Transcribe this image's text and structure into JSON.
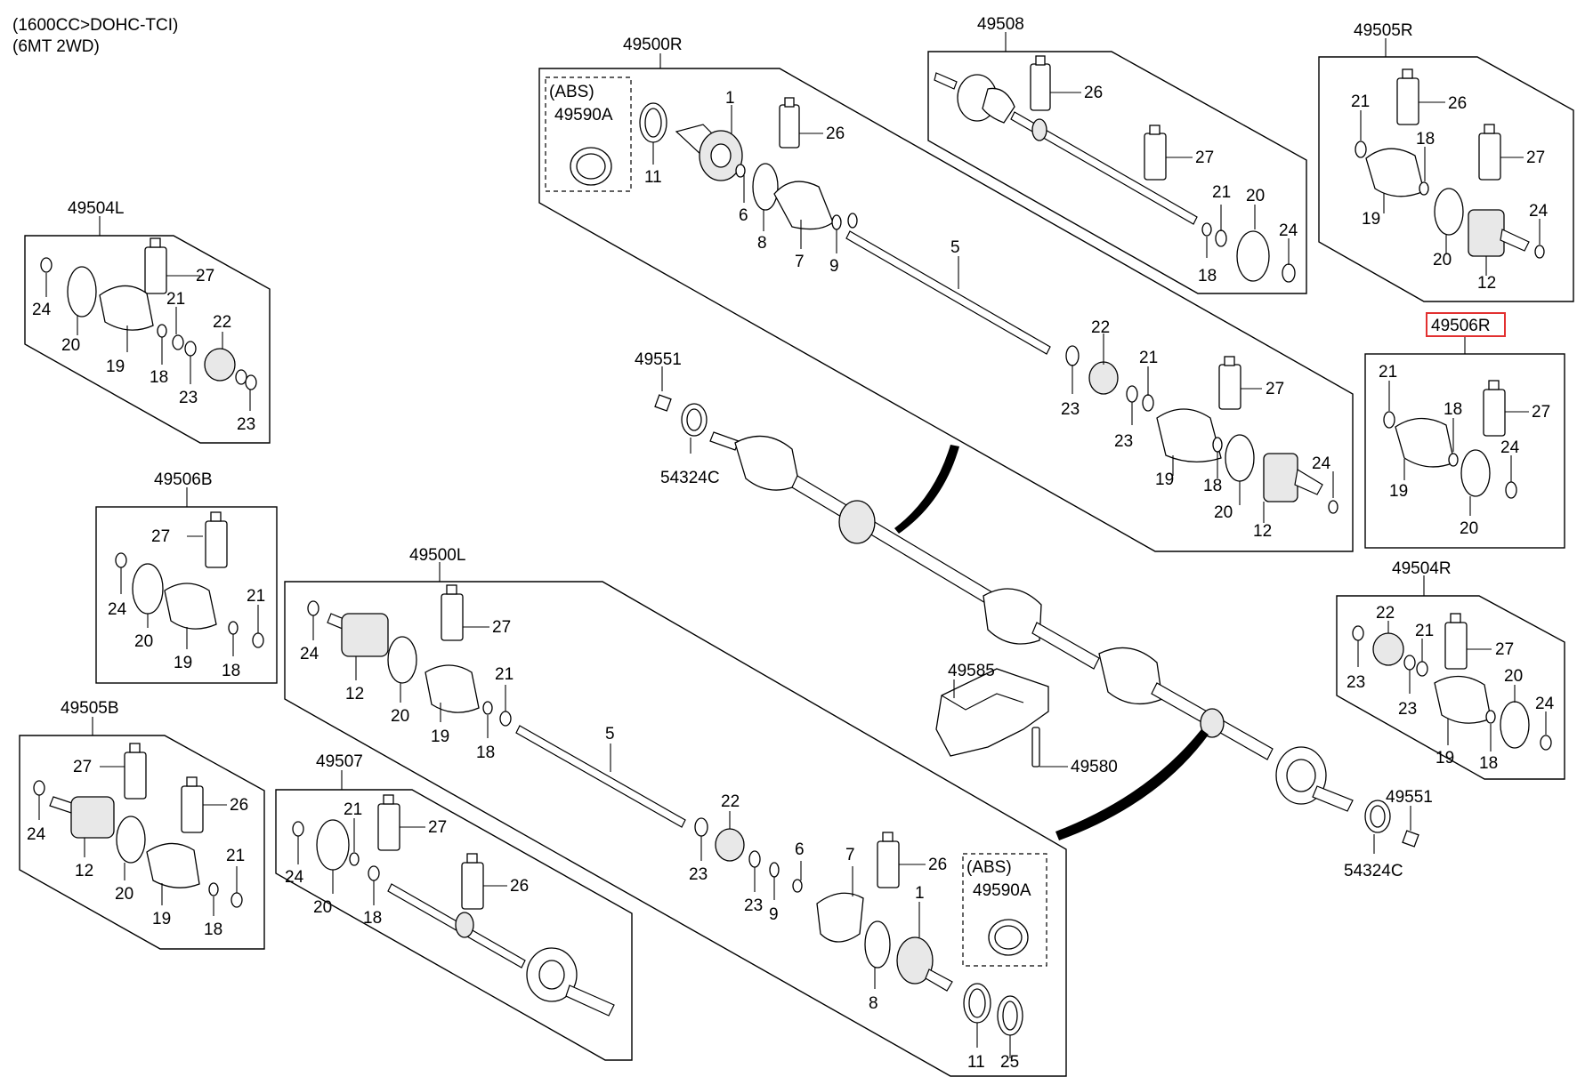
{
  "header": {
    "line1": "(1600CC>DOHC-TCI)",
    "line2": "(6MT 2WD)"
  },
  "highlight": {
    "part": "49506R",
    "color": "#e23030"
  },
  "groups": {
    "g49500R": {
      "title": "49500R",
      "abs_label": "(ABS)",
      "abs_part": "49590A",
      "labels": [
        "1",
        "11",
        "6",
        "8",
        "7",
        "9",
        "26",
        "5",
        "22",
        "21",
        "27",
        "23",
        "23",
        "19",
        "18",
        "20",
        "24",
        "12"
      ]
    },
    "g49508": {
      "title": "49508",
      "labels": [
        "26",
        "27",
        "21",
        "20",
        "24",
        "18"
      ]
    },
    "g49505R": {
      "title": "49505R",
      "labels": [
        "21",
        "26",
        "18",
        "27",
        "24",
        "19",
        "20",
        "12"
      ]
    },
    "g49504L": {
      "title": "49504L",
      "labels": [
        "27",
        "24",
        "21",
        "20",
        "22",
        "19",
        "18",
        "23",
        "23"
      ]
    },
    "g49506R": {
      "title": "49506R",
      "labels": [
        "21",
        "18",
        "27",
        "24",
        "19",
        "20"
      ]
    },
    "g49506B": {
      "title": "49506B",
      "labels": [
        "27",
        "21",
        "24",
        "20",
        "19",
        "18"
      ]
    },
    "g49504R": {
      "title": "49504R",
      "labels": [
        "22",
        "21",
        "27",
        "23",
        "20",
        "23",
        "24",
        "19",
        "18"
      ]
    },
    "g49500L": {
      "title": "49500L",
      "abs_label": "(ABS)",
      "abs_part": "49590A",
      "labels": [
        "27",
        "24",
        "21",
        "12",
        "20",
        "19",
        "18",
        "5",
        "22",
        "23",
        "6",
        "7",
        "26",
        "23",
        "9",
        "1",
        "8",
        "11",
        "25"
      ]
    },
    "g49505B": {
      "title": "49505B",
      "labels": [
        "27",
        "26",
        "24",
        "12",
        "21",
        "20",
        "19",
        "18"
      ]
    },
    "g49507": {
      "title": "49507",
      "labels": [
        "21",
        "27",
        "24",
        "26",
        "20",
        "18"
      ]
    }
  },
  "loose": {
    "p49551_top": "49551",
    "p54324C_top": "54324C",
    "p49585": "49585",
    "p49580": "49580",
    "p49551_bot": "49551",
    "p54324C_bot": "54324C"
  }
}
